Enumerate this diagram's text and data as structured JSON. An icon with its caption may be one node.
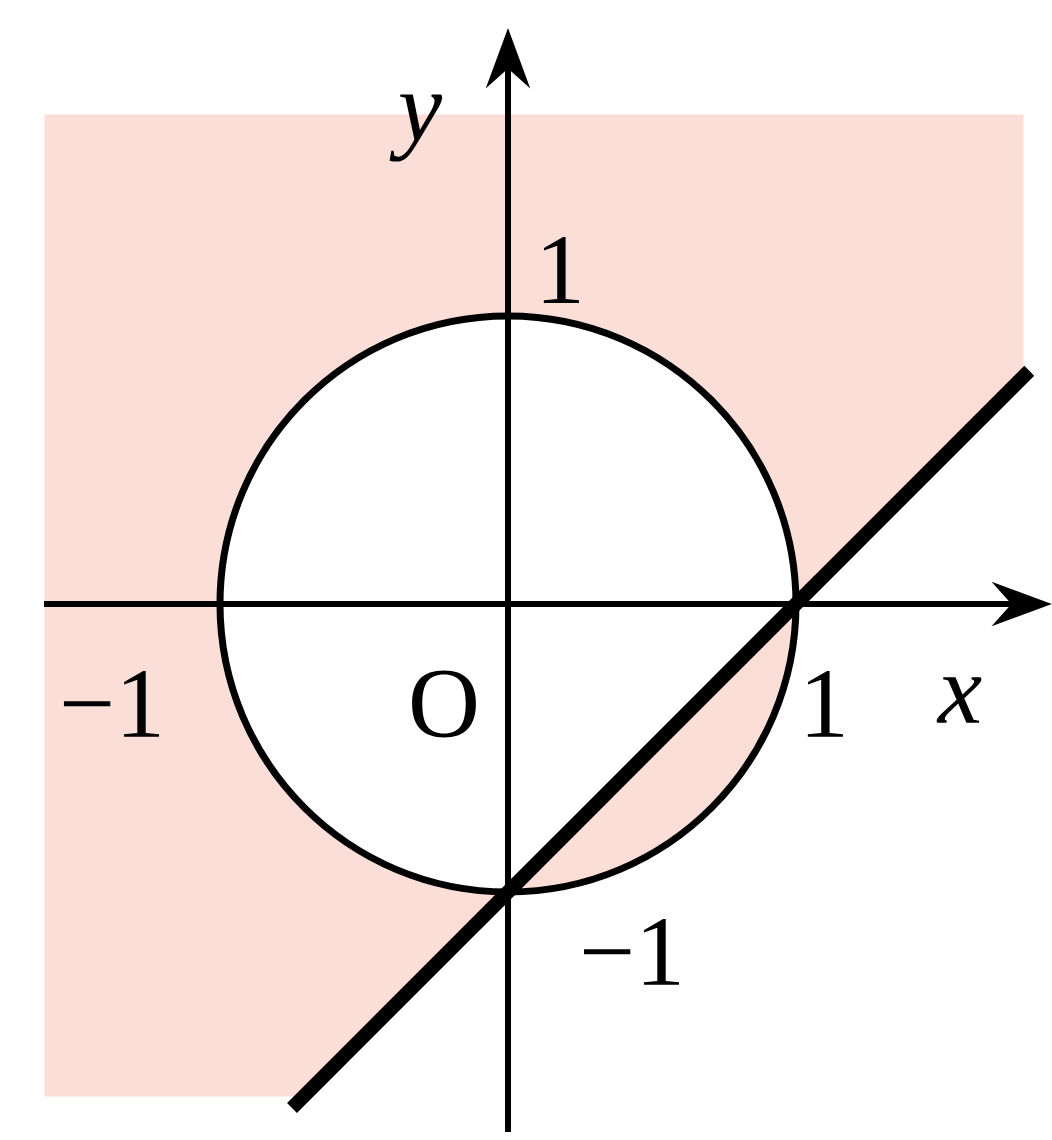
{
  "diagram": {
    "labels": [
      "y",
      "1",
      "−1",
      "O",
      "1",
      "x",
      "−1"
    ]
  }
}
